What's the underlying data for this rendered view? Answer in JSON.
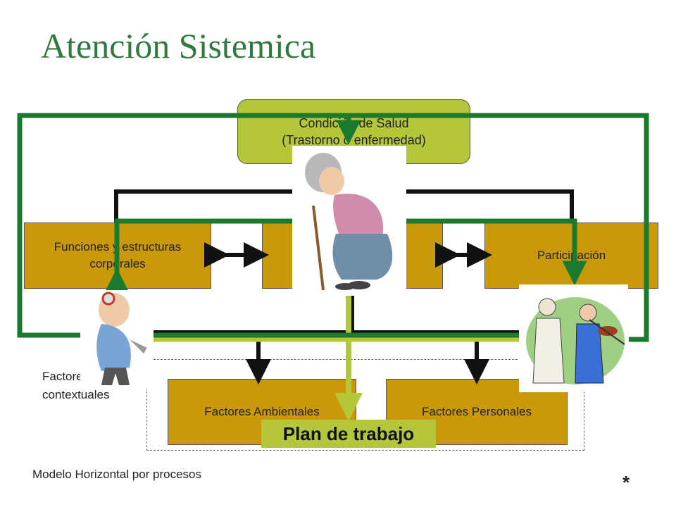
{
  "title": "Atención Sistemica",
  "health_box": {
    "line1": "Condición de Salud",
    "line2": "(Trastorno o enfermedad)"
  },
  "body_functions": {
    "line1": "Funciones y estructuras",
    "line2": "corporales"
  },
  "activity": {
    "label": ""
  },
  "participation": {
    "label": "Participación"
  },
  "context_label": {
    "line1": "Factores",
    "line2": "contextuales"
  },
  "env_factors": {
    "label": "Factores Ambientales"
  },
  "personal_factors": {
    "label": "Factores Personales"
  },
  "plan": {
    "label": "Plan de trabajo"
  },
  "footer": {
    "model": "Modelo Horizontal por procesos",
    "mark": "*"
  },
  "colors": {
    "green_frame": "#1a7a2e",
    "gold": "#c9990a",
    "lime": "#b5c63b",
    "title": "#2f7a3c"
  },
  "images": {
    "elderly_woman": "elderly-woman-clipart",
    "doctor": "doctor-clipart",
    "musicians": "musicians-clipart"
  }
}
